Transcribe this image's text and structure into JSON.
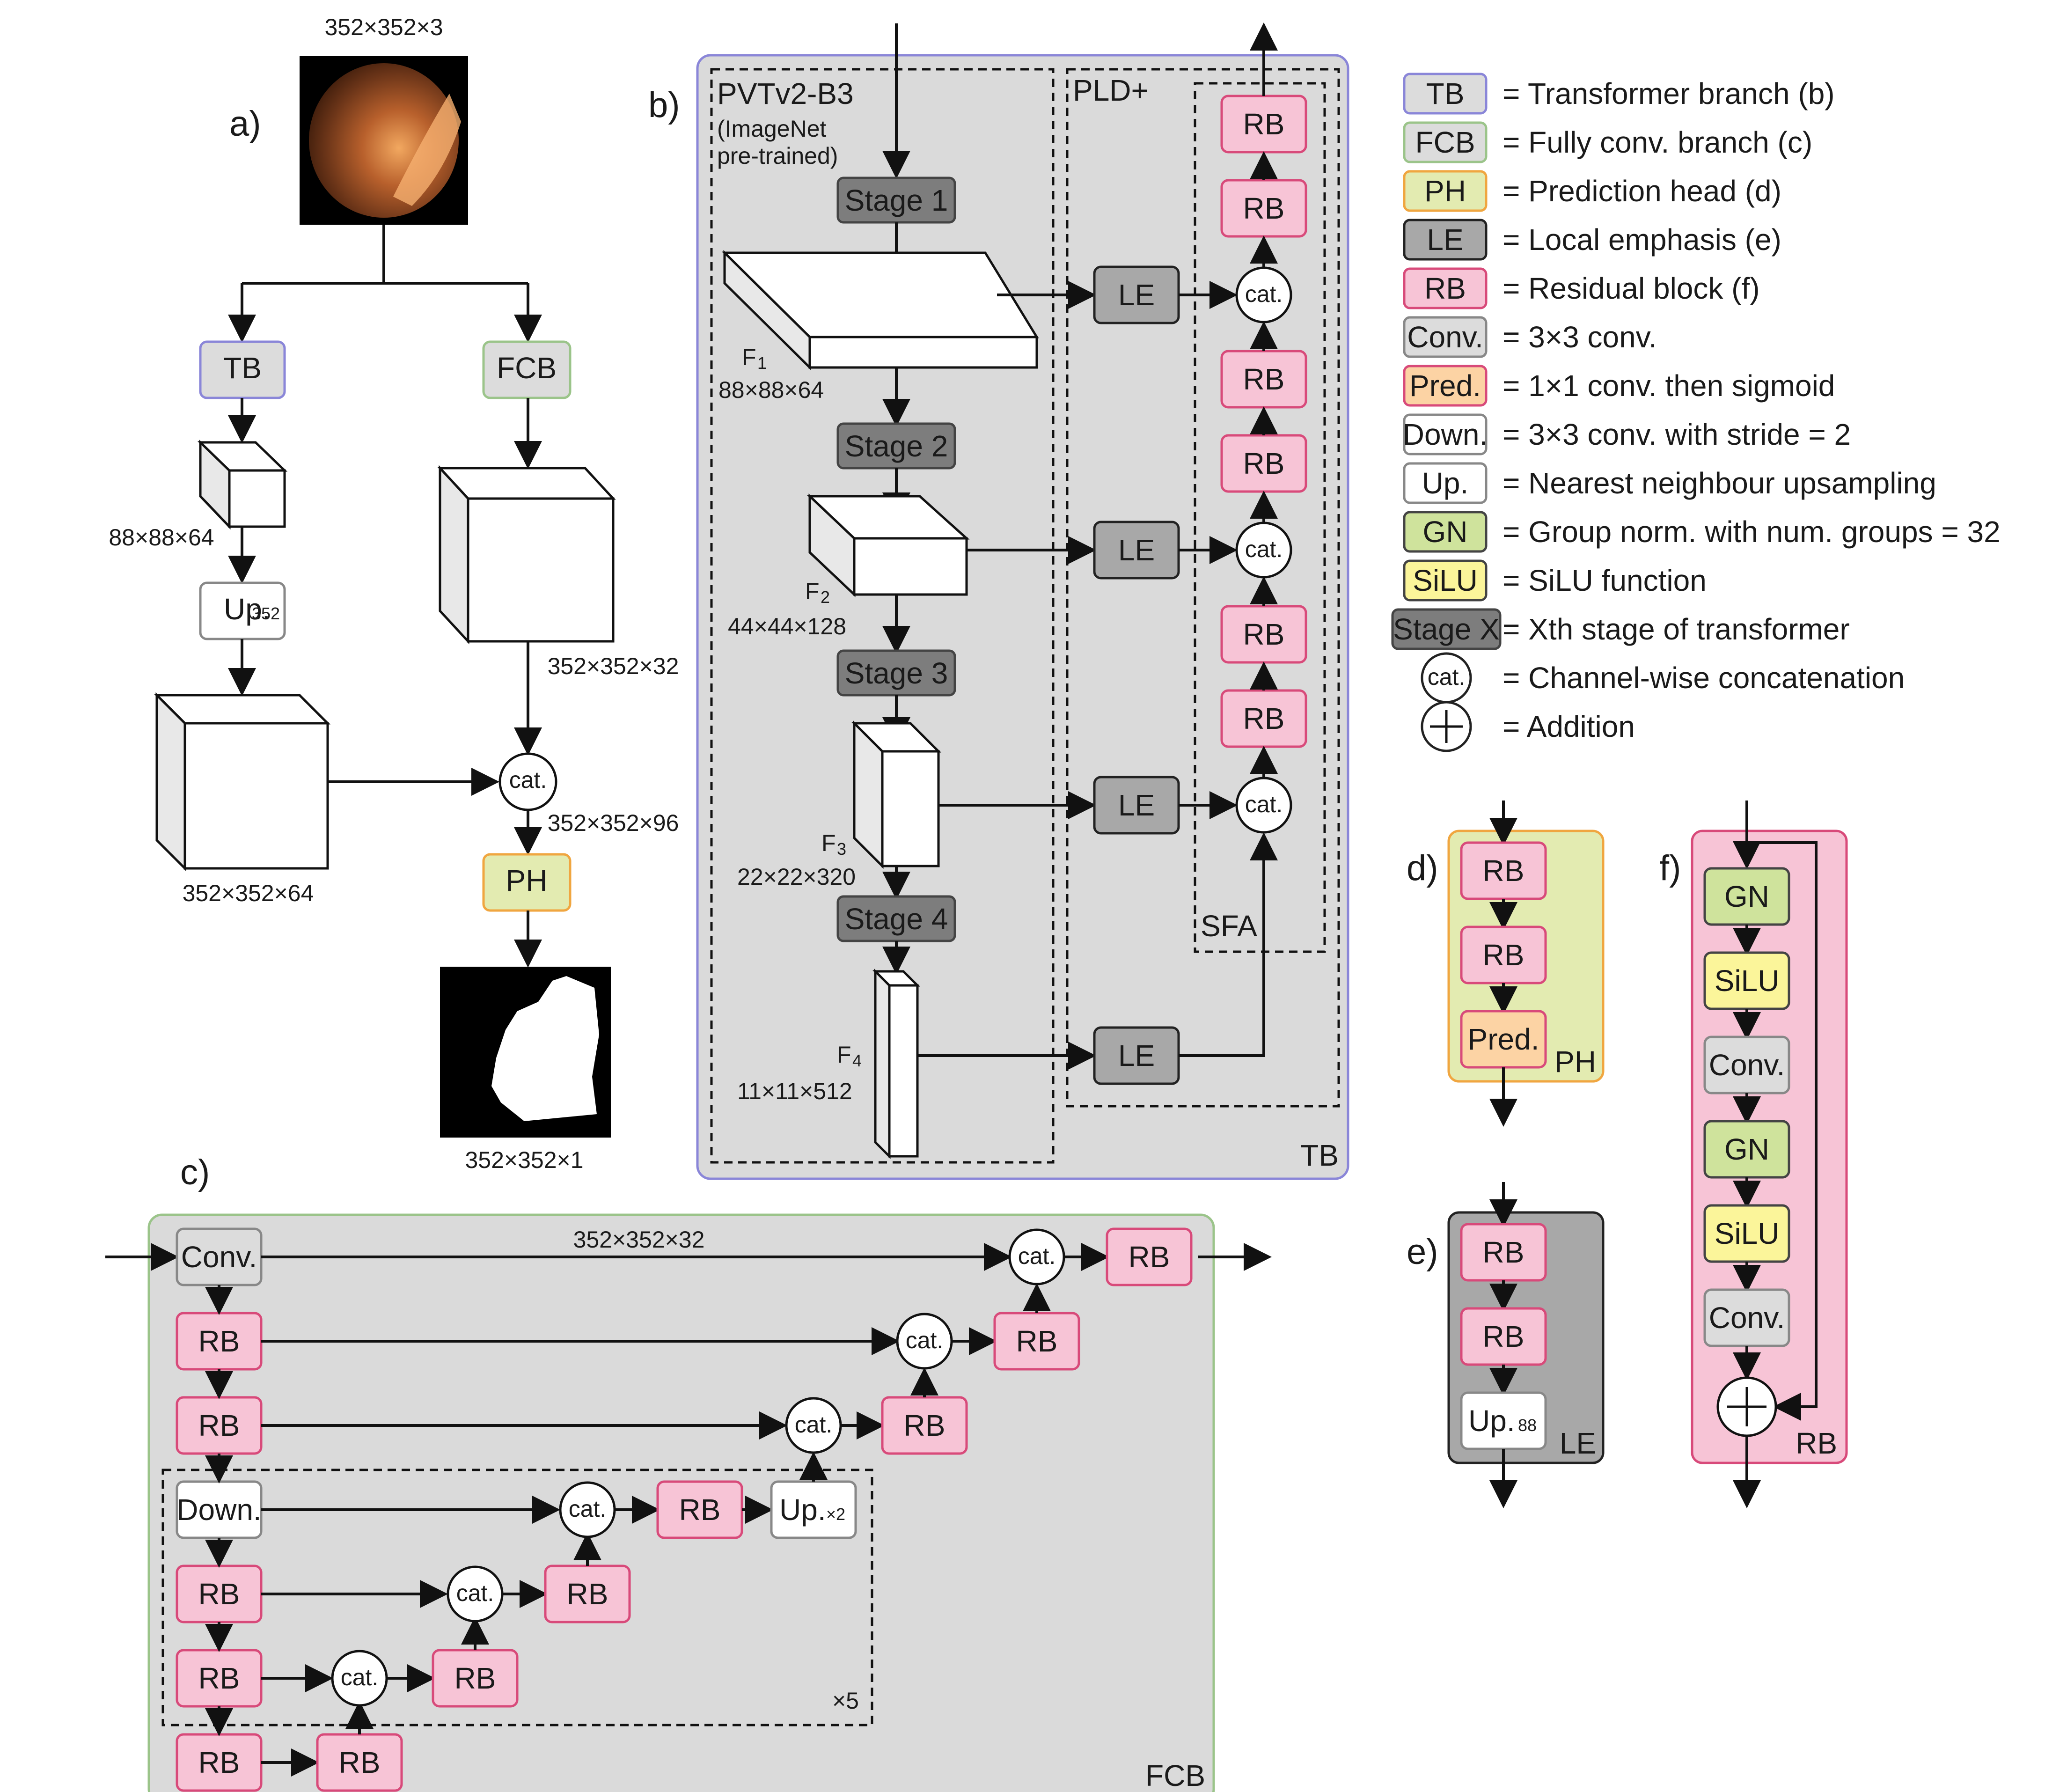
{
  "panels": {
    "a": "a)",
    "b": "b)",
    "c": "c)",
    "d": "d)",
    "e": "e)",
    "f": "f)"
  },
  "a": {
    "input_dims": "352×352×3",
    "tb": "TB",
    "fcb": "FCB",
    "tb_feat_dims": "88×88×64",
    "up": "Up.",
    "up_sub": "352",
    "up_feat_dims": "352×352×64",
    "fcb_feat_dims": "352×352×32",
    "cat": "cat.",
    "cat_dims": "352×352×96",
    "ph": "PH",
    "output_dims": "352×352×1"
  },
  "b": {
    "backbone_title": "PVTv2-B3",
    "backbone_note1": "(ImageNet",
    "backbone_note2": "pre-trained)",
    "decoder_title": "PLD+",
    "stage1": "Stage 1",
    "stage2": "Stage 2",
    "stage3": "Stage 3",
    "stage4": "Stage 4",
    "f1": "F",
    "f1_sub": "1",
    "f1_dims": "88×88×64",
    "f2": "F",
    "f2_sub": "2",
    "f2_dims": "44×44×128",
    "f3": "F",
    "f3_sub": "3",
    "f3_dims": "22×22×320",
    "f4": "F",
    "f4_sub": "4",
    "f4_dims": "11×11×512",
    "le": "LE",
    "rb": "RB",
    "cat": "cat.",
    "sfa": "SFA",
    "corner": "TB"
  },
  "c": {
    "conv": "Conv.",
    "rb": "RB",
    "down": "Down.",
    "up": "Up.",
    "up_sub": "×2",
    "cat": "cat.",
    "top_dims": "352×352×32",
    "repeat": "×5",
    "corner": "FCB"
  },
  "d": {
    "rb": "RB",
    "pred": "Pred.",
    "corner": "PH"
  },
  "e": {
    "rb": "RB",
    "up": "Up.",
    "up_sub": "88",
    "corner": "LE"
  },
  "f": {
    "gn": "GN",
    "silu": "SiLU",
    "conv": "Conv.",
    "corner": "RB"
  },
  "legend": [
    {
      "key": "TB",
      "desc": "= Transformer branch (b)",
      "fill": "#dcdcdc",
      "stroke": "#8a86d8"
    },
    {
      "key": "FCB",
      "desc": "= Fully conv. branch (c)",
      "fill": "#dcdcdc",
      "stroke": "#9bc48a"
    },
    {
      "key": "PH",
      "desc": "= Prediction head (d)",
      "fill": "#e3ebb1",
      "stroke": "#f0a640"
    },
    {
      "key": "LE",
      "desc": "= Local emphasis (e)",
      "fill": "#a8a8a8",
      "stroke": "#222222"
    },
    {
      "key": "RB",
      "desc": "= Residual block (f)",
      "fill": "#f7c4d6",
      "stroke": "#d84a7a"
    },
    {
      "key": "Conv.",
      "desc": "= 3×3 conv.",
      "fill": "#dcdcdc",
      "stroke": "#888888"
    },
    {
      "key": "Pred.",
      "desc": "= 1×1 conv. then sigmoid",
      "fill": "#fcd3a4",
      "stroke": "#d84a7a"
    },
    {
      "key": "Down.",
      "desc": "= 3×3 conv. with stride = 2",
      "fill": "#ffffff",
      "stroke": "#888888"
    },
    {
      "key": "Up.",
      "desc": "= Nearest neighbour upsampling",
      "fill": "#ffffff",
      "stroke": "#888888"
    },
    {
      "key": "GN",
      "desc": "= Group norm. with num. groups = 32",
      "fill": "#cfe39c",
      "stroke": "#444444"
    },
    {
      "key": "SiLU",
      "desc": "= SiLU function",
      "fill": "#fbf59a",
      "stroke": "#444444"
    },
    {
      "key": "Stage X",
      "desc": "= Xth stage of transformer",
      "fill": "#7d7d7d",
      "stroke": "#444444"
    },
    {
      "key": "cat.",
      "desc": "= Channel-wise concatenation",
      "fill": "#ffffff",
      "stroke": "#222222"
    },
    {
      "key": "+",
      "desc": "= Addition",
      "fill": "#ffffff",
      "stroke": "#222222"
    }
  ],
  "colors": {
    "rb_fill": "#f7c4d6",
    "rb_stroke": "#d84a7a",
    "panel_gray": "#dadada",
    "tb_border": "#8a86d8",
    "fcb_border": "#9bc48a",
    "le_fill": "#a8a8a8",
    "stage_fill": "#7d7d7d",
    "gn_fill": "#cfe39c",
    "silu_fill": "#fbf59a",
    "pred_fill": "#fcd3a4"
  }
}
